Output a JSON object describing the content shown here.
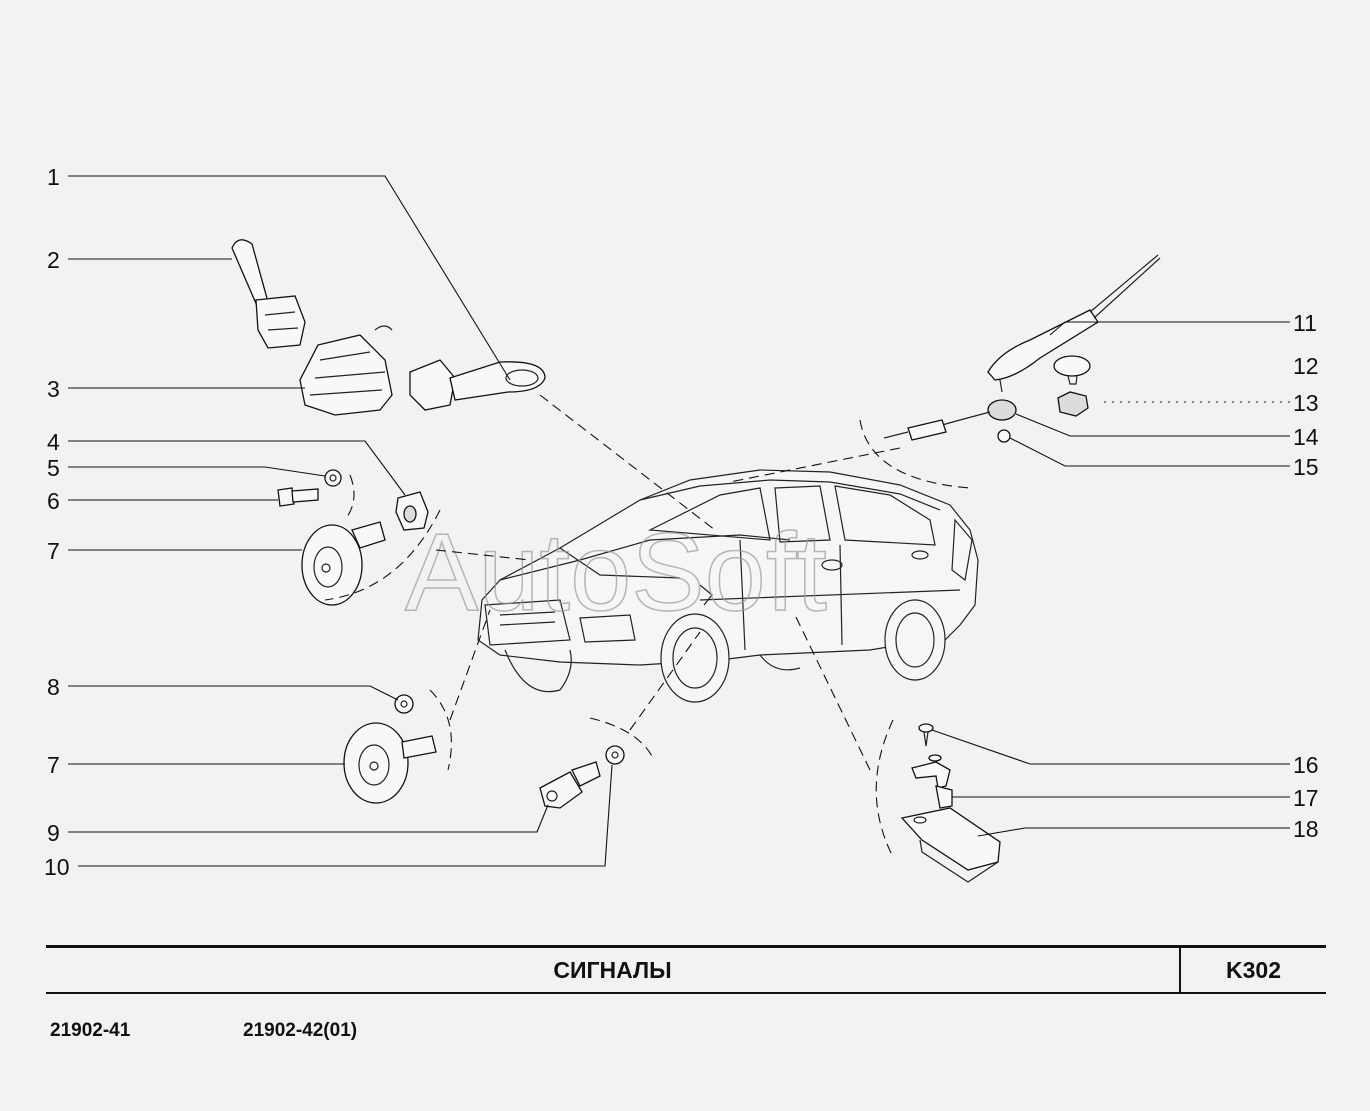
{
  "watermark": "AutoSoft",
  "callouts": [
    {
      "id": "c1",
      "label": "1"
    },
    {
      "id": "c2",
      "label": "2"
    },
    {
      "id": "c3",
      "label": "3"
    },
    {
      "id": "c4",
      "label": "4"
    },
    {
      "id": "c5",
      "label": "5"
    },
    {
      "id": "c6",
      "label": "6"
    },
    {
      "id": "c7a",
      "label": "7"
    },
    {
      "id": "c8",
      "label": "8"
    },
    {
      "id": "c7b",
      "label": "7"
    },
    {
      "id": "c9",
      "label": "9"
    },
    {
      "id": "c10",
      "label": "10"
    },
    {
      "id": "c11",
      "label": "11"
    },
    {
      "id": "c12",
      "label": "12"
    },
    {
      "id": "c13",
      "label": "13"
    },
    {
      "id": "c14",
      "label": "14"
    },
    {
      "id": "c15",
      "label": "15"
    },
    {
      "id": "c16",
      "label": "16"
    },
    {
      "id": "c17",
      "label": "17"
    },
    {
      "id": "c18",
      "label": "18"
    }
  ],
  "title_block": {
    "title": "СИГНАЛЫ",
    "code": "K302"
  },
  "models": {
    "left": "21902-41",
    "right": "21902-42(01)"
  }
}
